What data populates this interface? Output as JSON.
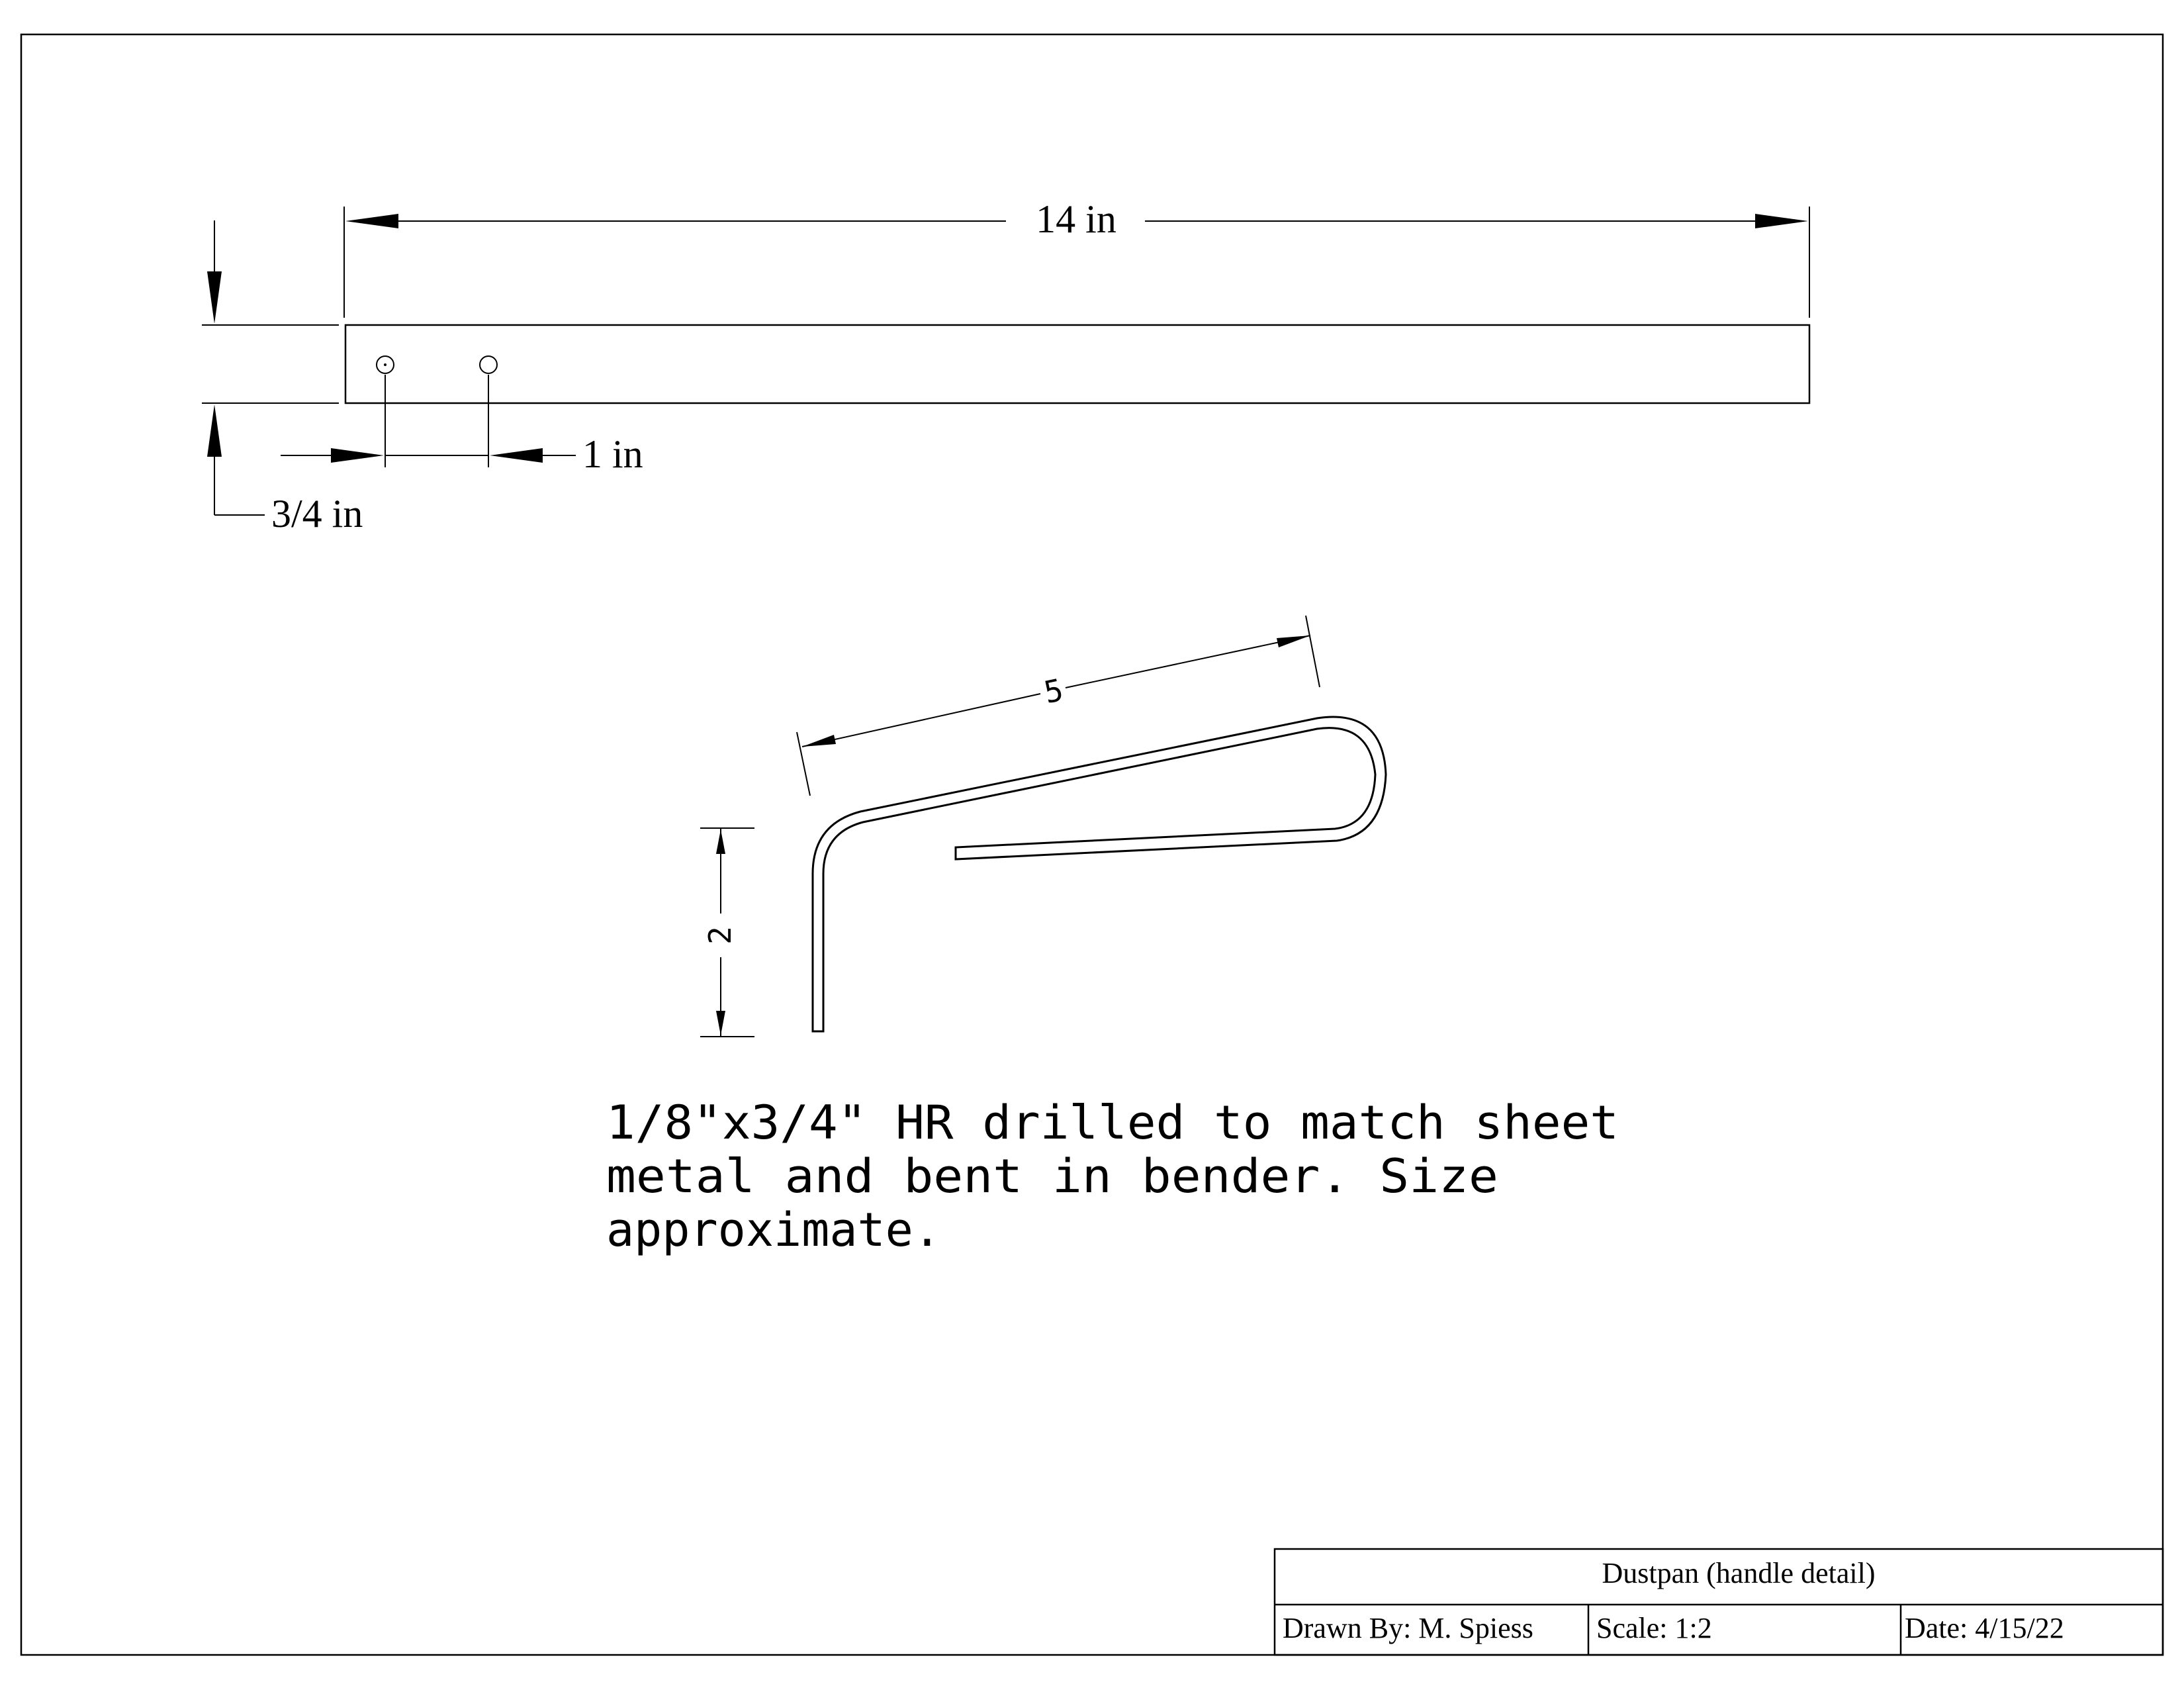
{
  "top_view": {
    "length_label": "14 in",
    "width_label": "3/4 in",
    "hole_spacing_label": "1 in"
  },
  "bent_view": {
    "length_label": "5",
    "height_label": "2"
  },
  "note": {
    "lines": [
      "1/8\"x3/4\" HR drilled to match sheet",
      "metal and bent in bender.  Size",
      "approximate."
    ]
  },
  "title_block": {
    "title": "Dustpan (handle detail)",
    "drawn_by": "Drawn By: M. Spiess",
    "scale": "Scale:  1:2",
    "date": "Date: 4/15/22"
  }
}
